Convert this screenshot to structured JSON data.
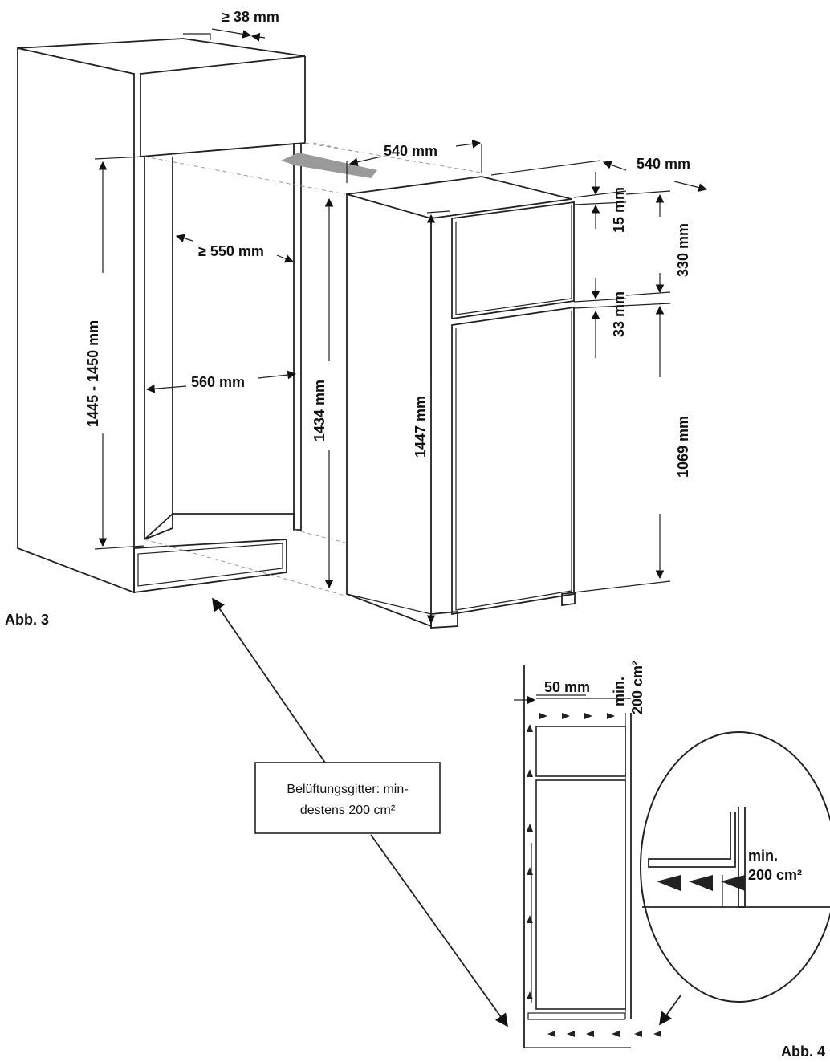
{
  "figures": {
    "abb3": "Abb. 3",
    "abb4": "Abb. 4"
  },
  "dimensions": {
    "top_clearance": "≥ 38 mm",
    "depth_niche": "≥ 550 mm",
    "width_niche": "560 mm",
    "height_niche": "1445 - 1450 mm",
    "height_appliance_body": "1434 mm",
    "height_appliance_total": "1447 mm",
    "width_appliance": "540 mm",
    "depth_appliance": "540 mm",
    "gap_top": "15 mm",
    "freezer_door": "330 mm",
    "gap_middle": "33 mm",
    "fridge_door": "1069 mm",
    "rear_gap": "50 mm",
    "vent_top_line1": "min.",
    "vent_top_line2": "200 cm²",
    "vent_bottom_line1": "min.",
    "vent_bottom_line2": "200 cm²"
  },
  "callout": {
    "line1": "Belüftungsgitter: min-",
    "line2": "destens 200 cm²"
  },
  "colors": {
    "line": "#222222",
    "arrow_fill": "#9a9a9a",
    "dash": "#999999"
  }
}
